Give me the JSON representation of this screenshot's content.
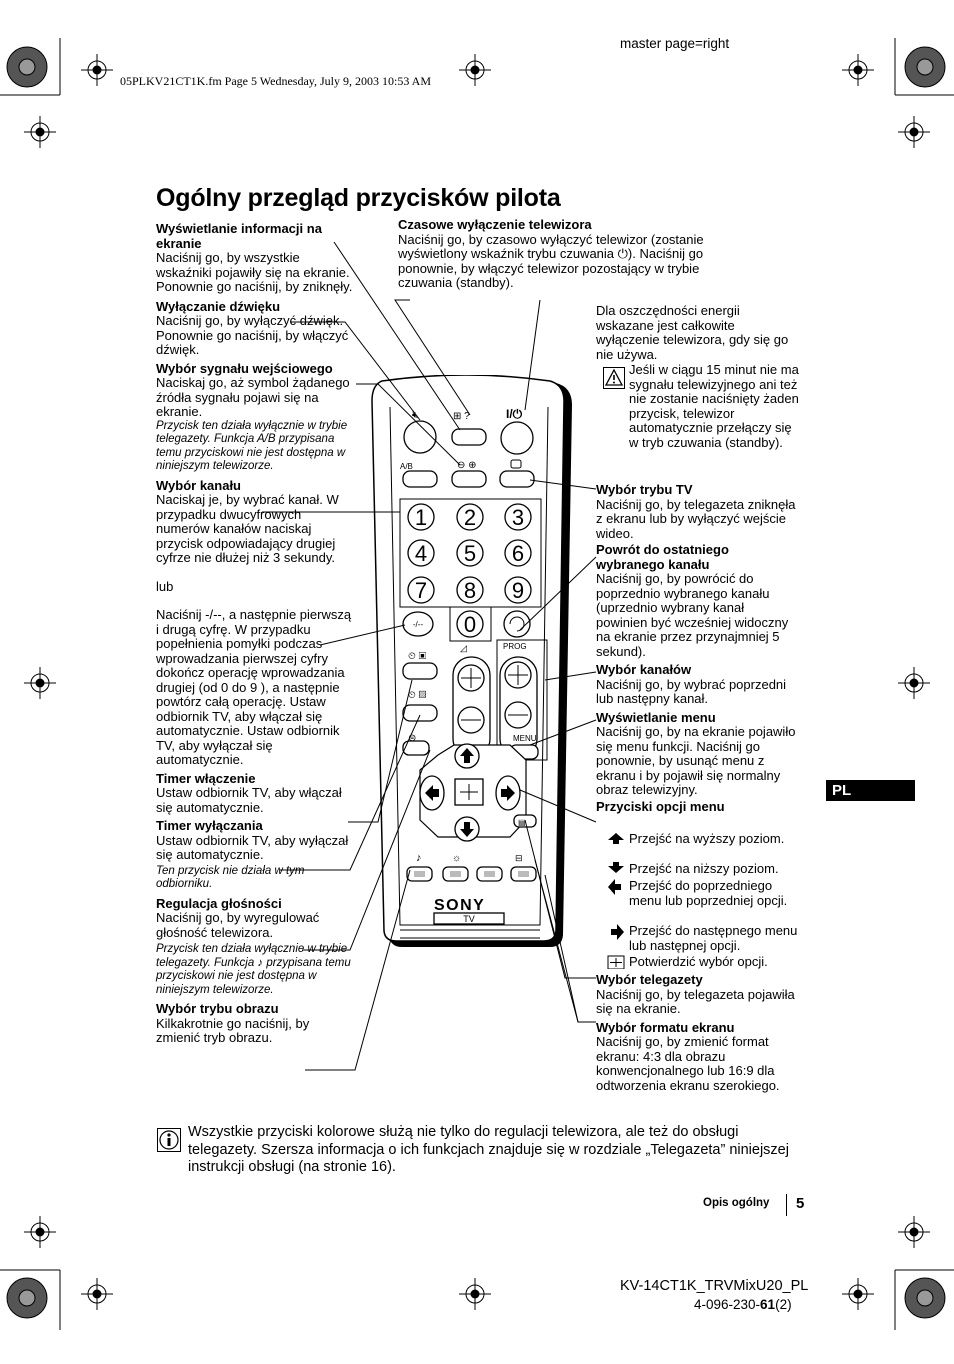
{
  "header": {
    "master_page": "master page=right",
    "file_info": "05PLKV21CT1K.fm  Page 5  Wednesday, July 9, 2003  10:53 AM"
  },
  "title": "Ogólny przegląd przycisków pilota",
  "left": {
    "info_title": "Wyświetlanie informacji na ekranie",
    "info_text": "Naciśnij go, by wszystkie wskaźniki pojawiły się na ekranie. Ponownie go naciśnij, by zniknęły.",
    "mute_title": "Wyłączanie dźwięku",
    "mute_text": "Naciśnij go, by wyłączyć dźwięk. Ponownie go naciśnij, by włączyć dźwięk.",
    "input_title": "Wybór sygnału wejściowego",
    "input_text": "Naciskaj go, aż symbol żądanego źródła sygnału pojawi się na ekranie.",
    "input_note": "Przycisk ten działa wyłącznie w trybie telegazety. Funkcja A/B przypisana temu przyciskowi nie jest dostępna w niniejszym telewizorze.",
    "channel_title": "Wybór kanału",
    "channel_text": "Naciskaj je, by wybrać kanał. W przypadku dwucyfrowych numerów kanałów naciskaj przycisk odpowiadający drugiej cyfrze nie dłużej niż 3 sekundy.",
    "or": "lub",
    "dash_text": "Naciśnij -/--, a następnie pierwszą i drugą cyfrę. W przypadku popełnienia pomyłki podczas wprowadzania pierwszej cyfry dokończ operację wprowadzania drugiej (od 0 do 9 ), a następnie powtórz całą operację. Ustaw odbiornik TV, aby włączał się automatycznie. Ustaw odbiornik TV, aby wyłączał się automatycznie.",
    "timer_on_title": "Timer włączenie",
    "timer_on_text": "Ustaw odbiornik TV, aby włączał się automatycznie.",
    "timer_off_title": "Timer wyłączania",
    "timer_off_text": "Ustaw odbiornik TV, aby wyłączał się automatycznie.",
    "timer_off_note": "Ten przycisk nie działa w tym odbiorniku.",
    "volume_title": "Regulacja głośności",
    "volume_text": "Naciśnij go, by wyregulować głośność telewizora.",
    "volume_note": "Przycisk ten działa wyłącznie w trybie telegazety. Funkcja ♪ przypisana temu przyciskowi nie jest dostępna w niniejszym telewizorze.",
    "picture_title": "Wybór trybu obrazu",
    "picture_text": "Kilkakrotnie go naciśnij, by zmienić tryb obrazu."
  },
  "top": {
    "sleep_title": "Czasowe wyłączenie telewizora",
    "sleep_text": "Naciśnij go, by czasowo wyłączyć telewizor (zostanie wyświetlony wskaźnik trybu czuwania ⏻). Naciśnij go ponownie, by włączyć telewizor pozostający w trybie czuwania (standby)."
  },
  "right": {
    "energy_text": "Dla oszczędności energii wskazane jest całkowite wyłączenie telewizora, gdy się go nie używa.",
    "warning_text": "Jeśli w ciągu 15 minut nie ma sygnału telewizyjnego ani też nie zostanie naciśnięty żaden przycisk, telewizor automatycznie przełączy się w tryb czuwania (standby).",
    "tvmode_title": "Wybór trybu TV",
    "tvmode_text": "Naciśnij go, by telegazeta zniknęła z ekranu lub by wyłączyć wejście wideo.",
    "return_title": "Powrót do ostatniego wybranego kanału",
    "return_text": "Naciśnij go, by powrócić do poprzednio wybranego kanału (uprzednio wybrany kanał powinien być wcześniej widoczny na ekranie przez przynajmniej 5 sekund).",
    "prog_title": "Wybór kanałów",
    "prog_text": "Naciśnij go, by wybrać poprzedni lub następny kanał.",
    "menu_title": "Wyświetlanie menu",
    "menu_text": "Naciśnij go, by na ekranie pojawiło się menu funkcji. Naciśnij go ponownie, by usunąć menu z ekranu i by pojawił się normalny obraz telewizyjny.",
    "options_title": "Przyciski opcji menu",
    "opt_up": "Przejść na wyższy poziom.",
    "opt_down": "Przejść na niższy poziom.",
    "opt_left": "Przejść do poprzedniego menu lub poprzedniej opcji.",
    "opt_right": "Przejść do następnego menu lub następnej opcji.",
    "opt_ok": "Potwierdzić wybór opcji.",
    "teletext_title": "Wybór telegazety",
    "teletext_text": "Naciśnij go, by telegazeta pojawiła się na ekranie.",
    "format_title": "Wybór formatu ekranu",
    "format_text": "Naciśnij go, by zmienić format ekranu: 4:3 dla obrazu konwencjonalnego lub 16:9 dla odtworzenia ekranu szerokiego."
  },
  "note": "Wszystkie przyciski kolorowe służą nie tylko do regulacji telewizora, ale też do obsługi telegazety. Szersza informacja o ich funkcjach znajduje się w rozdziale „Telegazeta” niniejszej instrukcji obsługi (na stronie 16).",
  "tab": "PL",
  "footer": {
    "section": "Opis ogólny",
    "page": "5",
    "model": "KV-14CT1K_TRVMixU20_PL",
    "code_prefix": "4-096-230-",
    "code_bold": "61",
    "code_suffix": "(2)"
  },
  "remote": {
    "digits": [
      "1",
      "2",
      "3",
      "4",
      "5",
      "6",
      "7",
      "8",
      "9",
      "0"
    ],
    "ab": "A/B",
    "dash": "-/--",
    "prog": "PROG",
    "menu": "MENU",
    "brand": "SONY",
    "tv": "TV"
  }
}
